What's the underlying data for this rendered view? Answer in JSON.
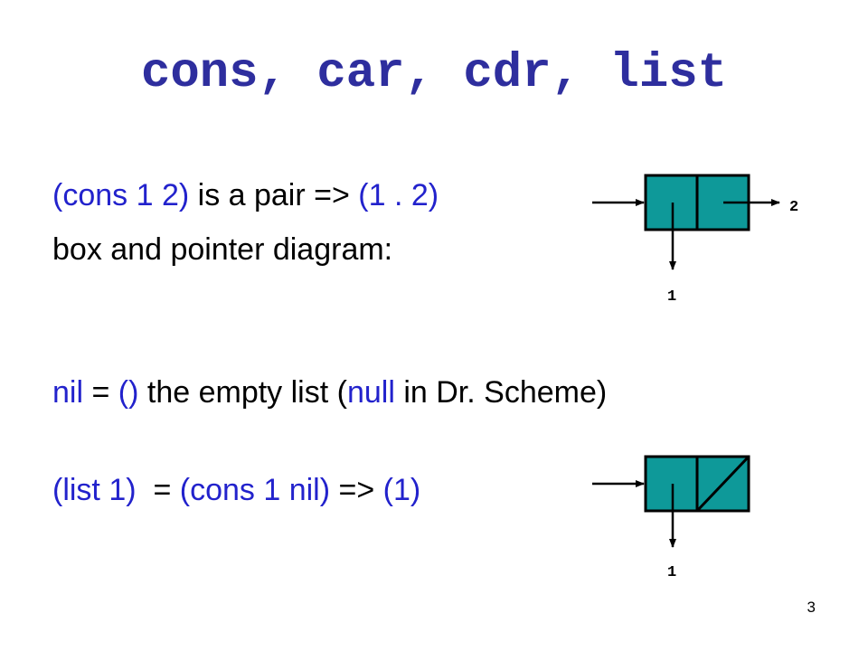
{
  "slide": {
    "title": "cons, car, cdr, list",
    "line1": {
      "a": "(cons 1 2)",
      "b": " is a pair => ",
      "c": "(1 . 2)"
    },
    "line2": "box and pointer diagram:",
    "line3": {
      "a": "nil",
      "b": " = ",
      "c": "()",
      "d": " the empty list (",
      "e": "null",
      "f": " in Dr. Scheme)"
    },
    "line4": {
      "a": "(list 1)",
      "b": "  = ",
      "c": "(cons 1 nil)",
      "d": " => ",
      "e": "(1)"
    },
    "page_number": "3"
  },
  "diagram1": {
    "car_label": "1",
    "cdr_label": "2"
  },
  "diagram2": {
    "car_label": "1"
  },
  "colors": {
    "title": "#2e2e9e",
    "code": "#2222cc",
    "box_fill": "#0e9999"
  }
}
